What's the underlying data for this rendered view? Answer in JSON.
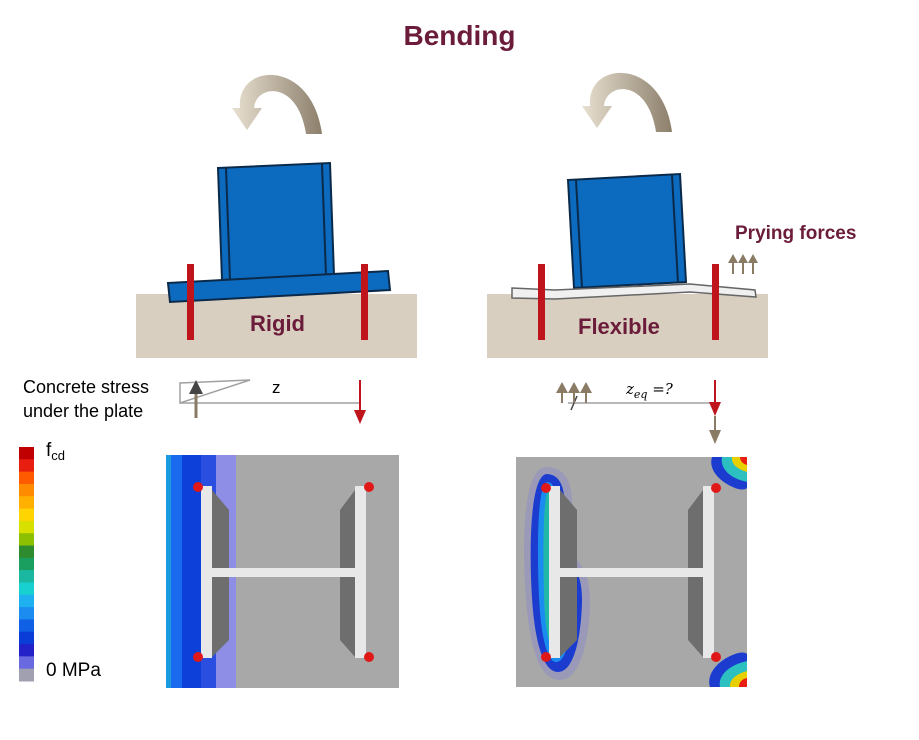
{
  "title": "Bending",
  "labels": {
    "rigid": "Rigid",
    "flexible": "Flexible",
    "prying": "Prying forces",
    "stress_line1": "Concrete stress",
    "stress_line2": "under the plate",
    "z": "z",
    "zeq_main": "z",
    "zeq_sub": "eq",
    "zeq_rest": " =?",
    "fcd_main": "f",
    "fcd_sub": "cd",
    "zero": "0 MPa"
  },
  "colors": {
    "title": "#6b1c3a",
    "column": "#0d6bbf",
    "anchor": "#c0141c",
    "concrete": "#d8cfc0",
    "arrow": "#8a7b65"
  },
  "legend_colors": [
    "#c00000",
    "#e81e10",
    "#ff5a00",
    "#ff8c00",
    "#ffb000",
    "#ffd400",
    "#d8e000",
    "#8cc000",
    "#2e8b2e",
    "#1a9f60",
    "#1ab8a0",
    "#19d0d0",
    "#1fb0f0",
    "#1c8cf0",
    "#1060e6",
    "#0a3cd8",
    "#2222c8",
    "#6a6ae0",
    "#a0a0b0"
  ]
}
